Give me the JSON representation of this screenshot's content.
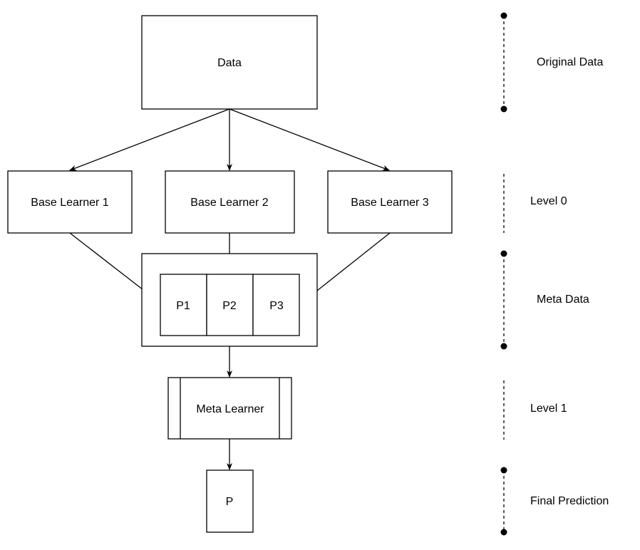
{
  "nodes": {
    "data": "Data",
    "base_learner_1": "Base Learner 1",
    "base_learner_2": "Base Learner 2",
    "base_learner_3": "Base Learner 3",
    "p1": "P1",
    "p2": "P2",
    "p3": "P3",
    "meta_learner": "Meta Learner",
    "final_p": "P"
  },
  "stages": {
    "original_data": "Original Data",
    "level_0": "Level 0",
    "meta_data": "Meta Data",
    "level_1": "Level 1",
    "final_prediction": "Final Prediction"
  }
}
